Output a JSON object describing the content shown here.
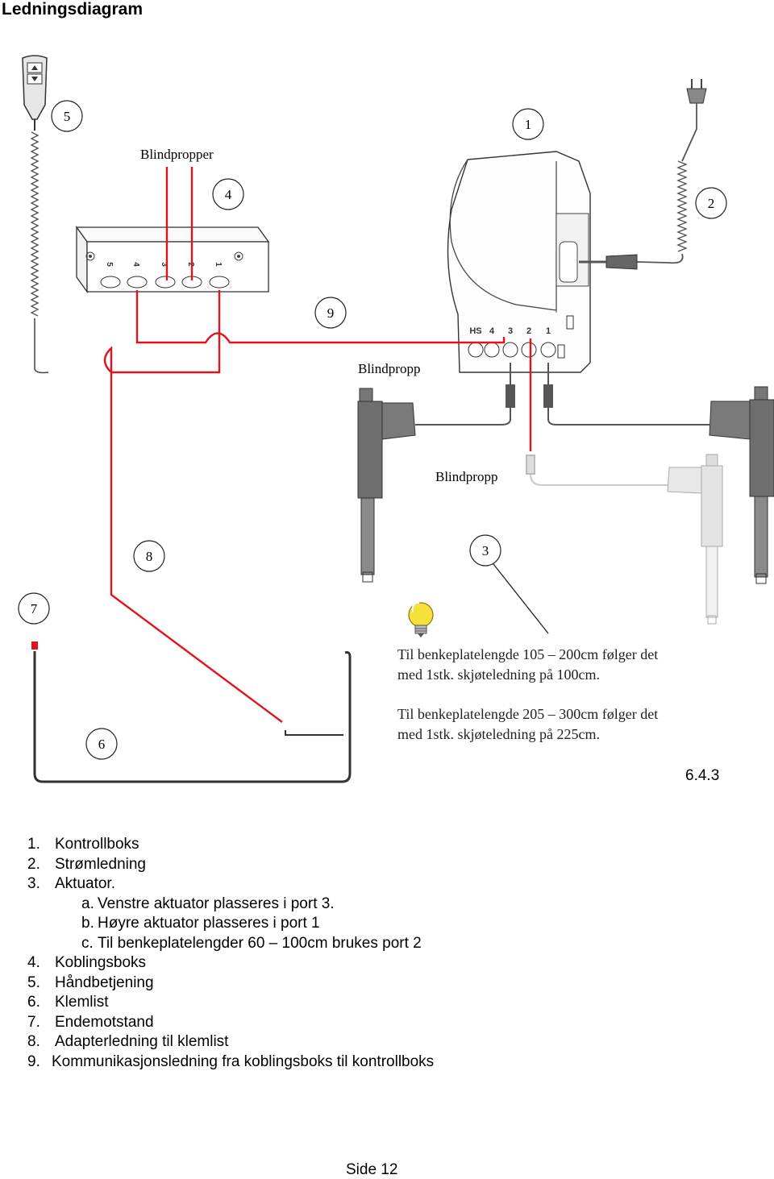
{
  "page": {
    "title": "Ledningsdiagram",
    "section_number": "6.4.3",
    "footer": "Side 12"
  },
  "diagram": {
    "callouts": [
      "5",
      "1",
      "4",
      "2",
      "9",
      "8",
      "3",
      "7",
      "6"
    ],
    "labels": {
      "blindpropper": "Blindpropper",
      "blindpropp_1": "Blindpropp",
      "blindpropp_2": "Blindpropp"
    },
    "junction_ports": [
      "5",
      "4",
      "3",
      "2",
      "1"
    ],
    "control_box_ports": [
      "HS",
      "4",
      "3",
      "2",
      "1"
    ],
    "wire_colors": {
      "red": "#e0141e",
      "gray": "#808080",
      "dark": "#333333"
    }
  },
  "notes": [
    {
      "line1": "Til benkeplatelengde 105 – 200cm følger det",
      "line2": "med 1stk. skjøteledning på 100cm."
    },
    {
      "line1": "Til benkeplatelengde 205 – 300cm følger det",
      "line2": "med 1stk. skjøteledning på 225cm."
    }
  ],
  "legend": [
    {
      "num": "1.",
      "text": "Kontrollboks"
    },
    {
      "num": "2.",
      "text": "Strømledning"
    },
    {
      "num": "3.",
      "text": "Aktuator."
    },
    {
      "sub": "a.",
      "text": "Venstre aktuator plasseres i port 3."
    },
    {
      "sub": "b.",
      "text": "Høyre aktuator plasseres i port 1"
    },
    {
      "sub": "c.",
      "text": "Til benkeplatelengder 60 – 100cm brukes port 2"
    },
    {
      "num": "4.",
      "text": "Koblingsboks"
    },
    {
      "num": "5.",
      "text": "Håndbetjening"
    },
    {
      "num": "6.",
      "text": "Klemlist"
    },
    {
      "num": "7.",
      "text": "Endemotstand"
    },
    {
      "num": "8.",
      "text": "Adapterledning til klemlist"
    },
    {
      "num": "9.",
      "text": "Kommunikasjonsledning fra koblingsboks til kontrollboks"
    }
  ]
}
